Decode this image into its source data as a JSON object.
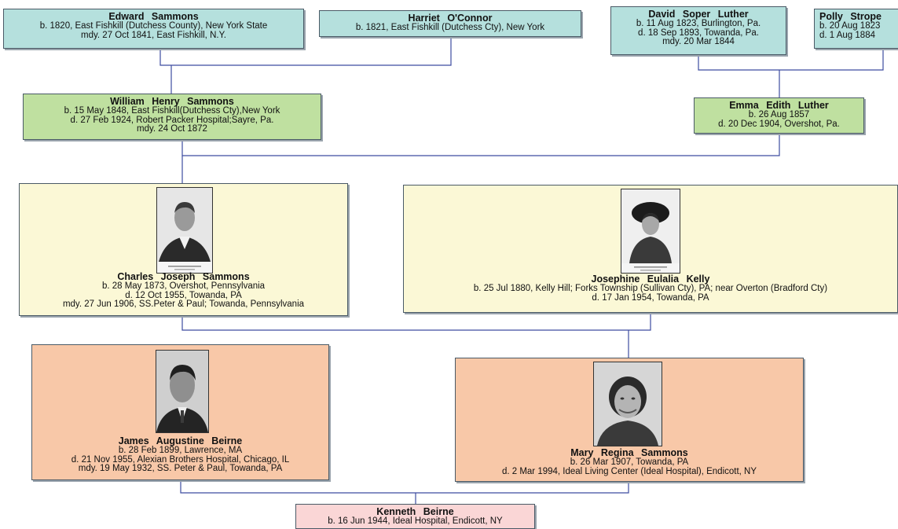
{
  "people": {
    "edward": {
      "name": "Edward Sammons",
      "lines": [
        "b. 1820, East Fishkill (Dutchess County), New York State",
        "mdy. 27 Oct 1841, East Fishkill, N.Y."
      ]
    },
    "harriet": {
      "name": "Harriet O'Connor",
      "lines": [
        "b. 1821, East Fishkill (Dutchess Cty), New York"
      ]
    },
    "david": {
      "name": "David Soper Luther",
      "lines": [
        "b. 11 Aug 1823, Burlington, Pa.",
        "d. 18 Sep 1893, Towanda, Pa.",
        "mdy. 20 Mar 1844"
      ]
    },
    "polly": {
      "name": "Polly Strope",
      "lines": [
        "b. 20 Aug 1823",
        "d. 1 Aug 1884"
      ]
    },
    "william": {
      "name": "William Henry Sammons",
      "lines": [
        "b. 15 May 1848, East Fishkill(Dutchess Cty),New York",
        "d. 27 Feb 1924, Robert Packer Hospital;Sayre, Pa.",
        "mdy. 24 Oct 1872"
      ]
    },
    "emma": {
      "name": "Emma Edith Luther",
      "lines": [
        "b. 26 Aug 1857",
        "d. 20 Dec 1904, Overshot, Pa."
      ]
    },
    "charles": {
      "name": "Charles Joseph Sammons",
      "lines": [
        "b. 28 May 1873, Overshot, Pennsylvania",
        "d. 12 Oct 1955, Towanda, PA",
        "mdy. 27 Jun 1906, SS.Peter & Paul; Towanda, Pennsylvania"
      ]
    },
    "josephine": {
      "name": "Josephine Eulalia Kelly",
      "lines": [
        "b. 25 Jul 1880, Kelly Hill; Forks Township (Sullivan Cty), PA; near Overton (Bradford Cty)",
        "d. 17 Jan 1954, Towanda, PA"
      ]
    },
    "james": {
      "name": "James Augustine Beirne",
      "lines": [
        "b. 28 Feb 1899, Lawrence, MA",
        "d. 21 Nov 1955, Alexian Brothers Hospital, Chicago, IL",
        "mdy. 19 May 1932, SS. Peter & Paul, Towanda, PA"
      ]
    },
    "mary": {
      "name": "Mary Regina Sammons",
      "lines": [
        "b. 26 Mar 1907, Towanda, PA",
        "d. 2 Mar 1994, Ideal Living Center (Ideal Hospital), Endicott, NY"
      ]
    },
    "kenneth": {
      "name": "Kenneth Beirne",
      "lines": [
        "b. 16 Jun 1944, Ideal Hospital, Endicott, NY"
      ]
    }
  },
  "colors": {
    "connector": "#3d4ca0",
    "gen4": "#b5e0dd",
    "gen3": "#bfe0a0",
    "gen2": "#fbf8d6",
    "gen1": "#f8c8a8",
    "gen0": "#fad6d6"
  }
}
